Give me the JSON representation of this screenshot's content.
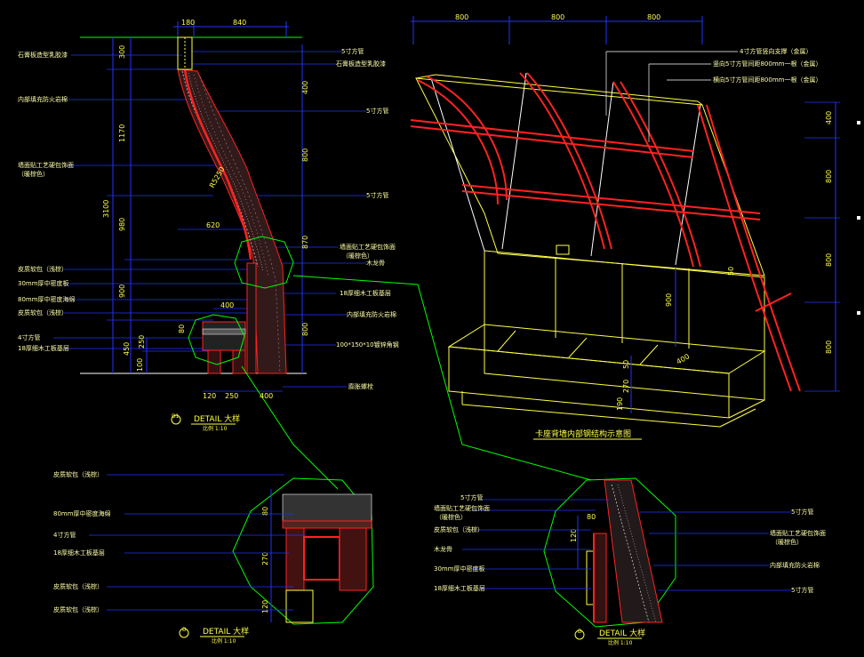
{
  "colors": {
    "background": "#000000",
    "dimension_line": "#2233ff",
    "dimension_text": "#ffff44",
    "label_text": "#ffffaa",
    "steel": "#ff2222",
    "outline": "#ffff44",
    "leader": "#00ff00",
    "white_line": "#ffffff"
  },
  "left_section": {
    "top_dims": [
      "180",
      "840"
    ],
    "vertical_dims": [
      "300",
      "1170",
      "3100",
      "980",
      "900",
      "250",
      "450",
      "100"
    ],
    "inner_dims": [
      "400",
      "800",
      "870",
      "800",
      "620",
      "400",
      "80"
    ],
    "bottom_dims": [
      "120",
      "250",
      "400"
    ],
    "left_labels": [
      "石膏板造型乳胶漆",
      "内部填充防火岩棉",
      "墙面贴工艺硬包饰面",
      "（暖棕色）",
      "皮质软包（浅棕）",
      "30mm厚中密度板",
      "80mm厚中密度海绵",
      "皮质软包（浅棕）",
      "4寸方管",
      "18厚细木工板基层"
    ],
    "right_labels": [
      "5寸方管",
      "石膏板造型乳胶漆",
      "5寸方管",
      "5寸方管",
      "墙面贴工艺硬包饰面",
      "（暖棕色）",
      "木龙骨",
      "18厚细木工板基层",
      "内部填充防火岩棉",
      "100*150*10镀锌角钢",
      "膨胀螺栓"
    ],
    "slant_dim": "R5250",
    "caption_tag": "D1",
    "caption_text": "DETAIL 大样",
    "caption_sub": "比例 1:10"
  },
  "iso_view": {
    "top_dims": [
      "800",
      "800",
      "800"
    ],
    "right_dims": [
      "400",
      "800",
      "800",
      "800"
    ],
    "inner_dims": [
      "900",
      "400",
      "270",
      "190",
      "50",
      "50"
    ],
    "callouts": [
      "4寸方管竖向支撑（金属）",
      "竖向5寸方管间距800mm一根（金属）",
      "横向5寸方管间距800mm一根（金属）"
    ],
    "title": "卡座背墙内部钢结构示意图"
  },
  "detail_d": {
    "labels": [
      "皮质软包（浅棕）",
      "80mm厚中密度海绵",
      "4寸方管",
      "18厚细木工板基层",
      "皮质软包（浅棕）",
      "皮质软包（浅棕）"
    ],
    "dims": [
      "80",
      "270",
      "120"
    ],
    "caption_tag": "D",
    "caption_text": "DETAIL 大样",
    "caption_sub": "比例 1:10"
  },
  "detail_e": {
    "left_labels": [
      "5寸方管",
      "墙面贴工艺硬包饰面",
      "（暖棕色）",
      "皮质软包（浅棕）",
      "木龙骨",
      "30mm厚中密度板",
      "18厚细木工板基层"
    ],
    "right_labels": [
      "5寸方管",
      "墙面贴工艺硬包饰面",
      "（暖棕色）",
      "内部填充防火岩棉",
      "5寸方管"
    ],
    "dims": [
      "80",
      "120"
    ],
    "caption_tag": "D",
    "caption_text": "DETAIL 大样",
    "caption_sub": "比例 1:10"
  }
}
